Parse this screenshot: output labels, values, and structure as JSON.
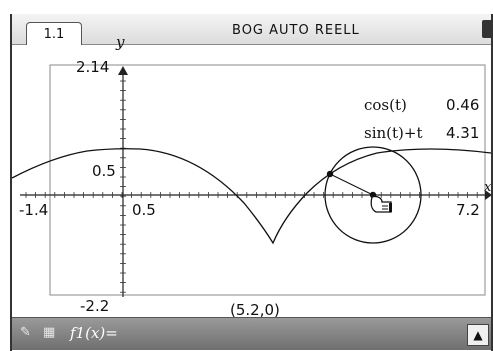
{
  "header": {
    "tab_label": "1.1",
    "mode_text": "BOG AUTO REELL"
  },
  "graph": {
    "axis_labels": {
      "x": "x",
      "y": "y"
    },
    "window": {
      "xmin": "-1.4",
      "xmax": "7.2",
      "ymax": "2.14",
      "ymin": "-2.2"
    },
    "tick_labels": {
      "x_tick": "0.5",
      "y_tick": "0.5"
    },
    "point_coordinates": "(5.2,0)",
    "readouts": [
      {
        "expr": "cos(t)",
        "value": "0.46"
      },
      {
        "expr": "sin(t)+t",
        "value": "4.31"
      }
    ]
  },
  "entry_line": {
    "text": "f1(x)="
  },
  "icons": {
    "left1": "edit-icon",
    "left2": "graph-type-icon",
    "expand": "double-chevron-up-icon",
    "cursor": "hand-cursor-icon"
  }
}
